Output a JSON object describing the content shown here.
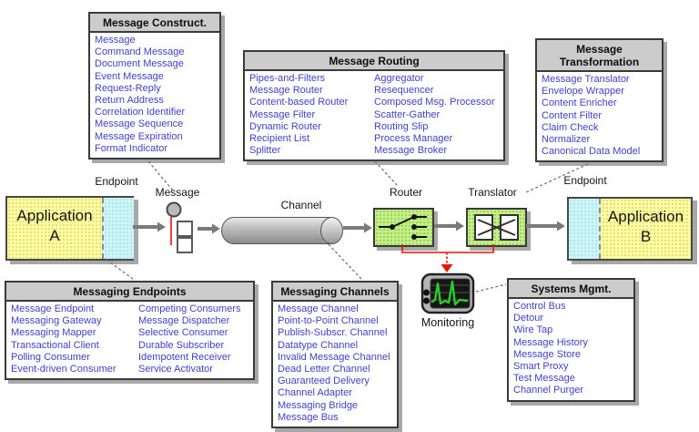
{
  "colors": {
    "link": "#4141cd",
    "title_bar": "#cccccc",
    "box_border": "#3a3a3a",
    "app_yellow": "#ffff9e",
    "endpoint_cyan": "#ccf5f7",
    "component_green": "#c4ef87",
    "arrow_gray": "#7a7a7a",
    "connector_red": "#e81309",
    "waveform_green": "#29cc29",
    "shadow_gray": "#a8a8a8"
  },
  "boxes": {
    "message_construct": {
      "title": "Message Construct.",
      "items": [
        "Message",
        "Command Message",
        "Document Message",
        "Event Message",
        "Request-Reply",
        "Return Address",
        "Correlation Identifier",
        "Message Sequence",
        "Message Expiration",
        "Format Indicator"
      ]
    },
    "message_routing": {
      "title": "Message Routing",
      "col1": [
        "Pipes-and-Filters",
        "Message Router",
        "Content-based Router",
        "Message Filter",
        "Dynamic Router",
        "Recipient List",
        "Splitter"
      ],
      "col2": [
        "Aggregator",
        "Resequencer",
        "Composed Msg. Processor",
        "Scatter-Gather",
        "Routing Slip",
        "Process Manager",
        "Message Broker"
      ]
    },
    "message_transformation": {
      "title_line1": "Message",
      "title_line2": "Transformation",
      "items": [
        "Message Translator",
        "Envelope Wrapper",
        "Content Enricher",
        "Content Filter",
        "Claim Check",
        "Normalizer",
        "Canonical Data Model"
      ]
    },
    "messaging_endpoints": {
      "title": "Messaging Endpoints",
      "col1": [
        "Message Endpoint",
        "Messaging Gateway",
        "Messaging Mapper",
        "Transactional Client",
        "Polling Consumer",
        "Event-driven Consumer"
      ],
      "col2": [
        "Competing Consumers",
        "Message Dispatcher",
        "Selective Consumer",
        "Durable Subscriber",
        "Idempotent Receiver",
        "Service Activator"
      ]
    },
    "messaging_channels": {
      "title": "Messaging Channels",
      "items": [
        "Message Channel",
        "Point-to-Point Channel",
        "Publish-Subscr. Channel",
        "Datatype Channel",
        "Invalid Message Channel",
        "Dead Letter Channel",
        "Guaranteed Delivery",
        "Channel Adapter",
        "Messaging Bridge",
        "Message Bus"
      ]
    },
    "systems_mgmt": {
      "title": "Systems Mgmt.",
      "items": [
        "Control Bus",
        "Detour",
        "Wire Tap",
        "Message History",
        "Message Store",
        "Smart Proxy",
        "Test Message",
        "Channel Purger"
      ]
    }
  },
  "flow": {
    "application_a": {
      "name_line1": "Application",
      "name_line2": "A"
    },
    "application_b": {
      "name_line1": "Application",
      "name_line2": "B"
    },
    "endpoint_label_a": "Endpoint",
    "endpoint_label_b": "Endpoint",
    "message_label": "Message",
    "channel_label": "Channel",
    "router_label": "Router",
    "translator_label": "Translator",
    "monitoring_label": "Monitoring"
  }
}
